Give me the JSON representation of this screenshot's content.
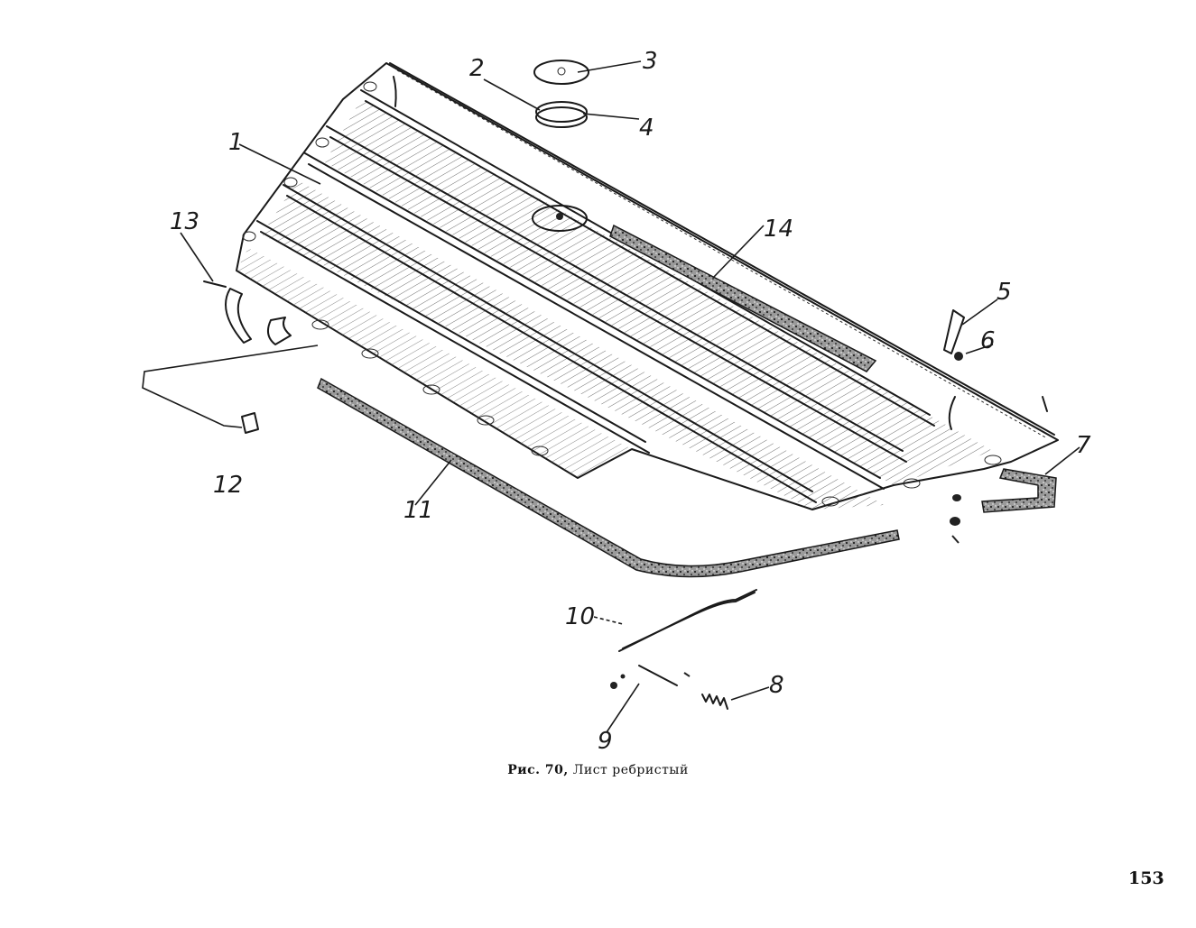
{
  "figure": {
    "caption_prefix": "Рис. 70,",
    "caption_title": "Лист ребристый"
  },
  "callouts": [
    {
      "id": "1",
      "label": "1"
    },
    {
      "id": "2",
      "label": "2"
    },
    {
      "id": "3",
      "label": "3"
    },
    {
      "id": "4",
      "label": "4"
    },
    {
      "id": "5",
      "label": "5"
    },
    {
      "id": "6",
      "label": "6"
    },
    {
      "id": "7",
      "label": "7"
    },
    {
      "id": "8",
      "label": "8"
    },
    {
      "id": "9",
      "label": "9"
    },
    {
      "id": "10",
      "label": "10"
    },
    {
      "id": "11",
      "label": "11"
    },
    {
      "id": "12",
      "label": "12"
    },
    {
      "id": "13",
      "label": "13"
    },
    {
      "id": "14",
      "label": "14"
    }
  ],
  "page_number": "153"
}
